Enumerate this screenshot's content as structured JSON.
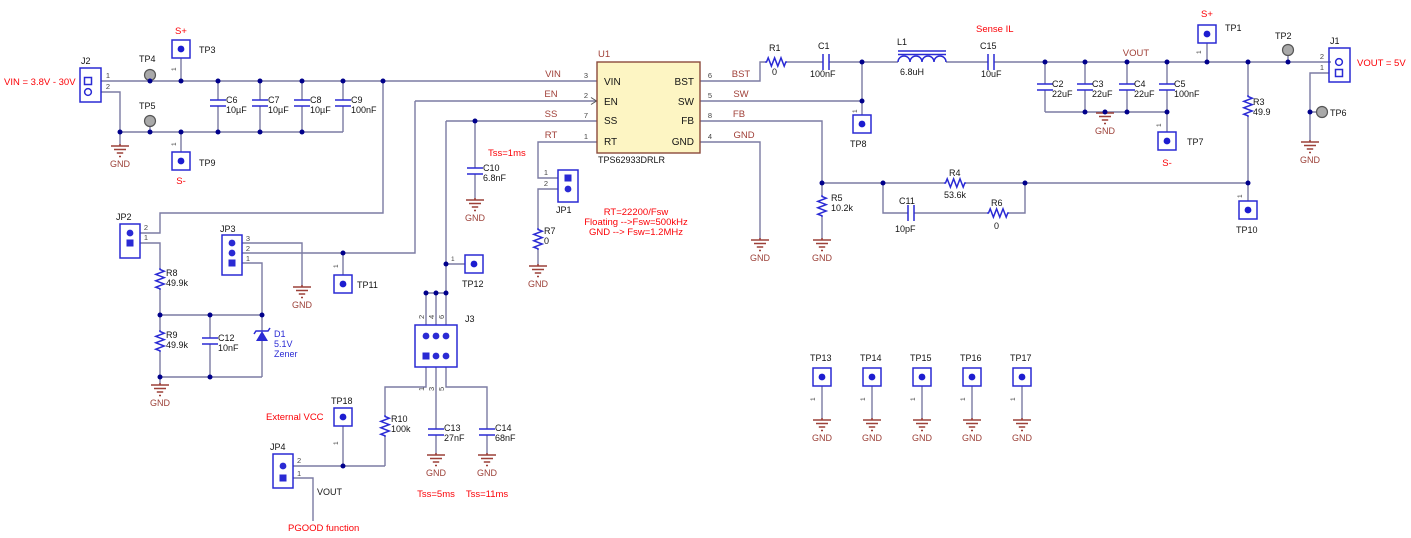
{
  "sch": {
    "ic": {
      "ref": "U1",
      "part": "TPS62933DRLR",
      "left_pins": [
        {
          "name": "VIN",
          "num": "3"
        },
        {
          "name": "EN",
          "num": "2"
        },
        {
          "name": "SS",
          "num": "7"
        },
        {
          "name": "RT",
          "num": "1"
        }
      ],
      "right_pins": [
        {
          "name": "BST",
          "num": "6"
        },
        {
          "name": "SW",
          "num": "5"
        },
        {
          "name": "FB",
          "num": "8"
        },
        {
          "name": "GND",
          "num": "4"
        }
      ]
    },
    "nets": {
      "vin": "VIN",
      "en": "EN",
      "ss": "SS",
      "rt": "RT",
      "bst": "BST",
      "sw": "SW",
      "fb": "FB",
      "gnd": "GND",
      "vout": "VOUT",
      "vout_stub": "VOUT"
    },
    "conn": {
      "J2": {
        "ref": "J2",
        "pins": [
          "1",
          "2"
        ]
      },
      "J1": {
        "ref": "J1",
        "pins": [
          "2",
          "1"
        ]
      },
      "J3": {
        "ref": "J3",
        "top": [
          "2",
          "4",
          "6"
        ],
        "bot": [
          "1",
          "3",
          "5"
        ]
      },
      "JP1": {
        "ref": "JP1",
        "pins": [
          "1",
          "2"
        ]
      },
      "JP2": {
        "ref": "JP2",
        "pins": [
          "2",
          "1"
        ]
      },
      "JP3": {
        "ref": "JP3",
        "pins": [
          "3",
          "2",
          "1"
        ]
      },
      "JP4": {
        "ref": "JP4",
        "pins": [
          "2",
          "1"
        ]
      }
    },
    "caps": {
      "C1": {
        "ref": "C1",
        "val": "100nF"
      },
      "C2": {
        "ref": "C2",
        "val": "22uF"
      },
      "C3": {
        "ref": "C3",
        "val": "22uF"
      },
      "C4": {
        "ref": "C4",
        "val": "22uF"
      },
      "C5": {
        "ref": "C5",
        "val": "100nF"
      },
      "C6": {
        "ref": "C6",
        "val": "10µF"
      },
      "C7": {
        "ref": "C7",
        "val": "10µF"
      },
      "C8": {
        "ref": "C8",
        "val": "10µF"
      },
      "C9": {
        "ref": "C9",
        "val": "100nF"
      },
      "C10": {
        "ref": "C10",
        "val": "6.8nF"
      },
      "C11": {
        "ref": "C11",
        "val": "10pF"
      },
      "C12": {
        "ref": "C12",
        "val": "10nF"
      },
      "C13": {
        "ref": "C13",
        "val": "27nF"
      },
      "C14": {
        "ref": "C14",
        "val": "68nF"
      },
      "C15": {
        "ref": "C15",
        "val": "10uF"
      }
    },
    "res": {
      "R1": {
        "ref": "R1",
        "val": "0"
      },
      "R3": {
        "ref": "R3",
        "val": "49.9"
      },
      "R4": {
        "ref": "R4",
        "val": "53.6k"
      },
      "R5": {
        "ref": "R5",
        "val": "10.2k"
      },
      "R6": {
        "ref": "R6",
        "val": "0"
      },
      "R7": {
        "ref": "R7",
        "val": "0"
      },
      "R8": {
        "ref": "R8",
        "val": "49.9k"
      },
      "R9": {
        "ref": "R9",
        "val": "49.9k"
      },
      "R10": {
        "ref": "R10",
        "val": "100k"
      }
    },
    "ind": {
      "ref": "L1",
      "val": "6.8uH"
    },
    "diode": {
      "ref": "D1",
      "val": "5.1V",
      "kind": "Zener"
    },
    "tps": {
      "TP1": "TP1",
      "TP2": "TP2",
      "TP3": "TP3",
      "TP4": "TP4",
      "TP5": "TP5",
      "TP6": "TP6",
      "TP7": "TP7",
      "TP8": "TP8",
      "TP9": "TP9",
      "TP10": "TP10",
      "TP11": "TP11",
      "TP12": "TP12",
      "TP13": "TP13",
      "TP14": "TP14",
      "TP15": "TP15",
      "TP16": "TP16",
      "TP17": "TP17",
      "TP18": "TP18"
    },
    "ann": {
      "vin_range": "VIN = 3.8V - 30V",
      "vout_5v": "VOUT = 5V",
      "s_plus_in": "S+",
      "s_minus_in": "S-",
      "s_plus_out": "S+",
      "s_minus_out": "S-",
      "tss_1ms": "Tss=1ms",
      "tss_5ms": "Tss=5ms",
      "tss_11ms": "Tss=11ms",
      "rt_1": "RT=22200/Fsw",
      "rt_2": "Floating -->Fsw=500kHz",
      "rt_3": "GND --> Fsw=1.2MHz",
      "sense_il": "Sense IL",
      "external_vcc": "External VCC",
      "pgood": "PGOOD function"
    },
    "misc": {
      "gnd": "GND",
      "p1": "1"
    },
    "colors": {
      "wire": "#7b7ba3",
      "symbol": "#2a2ad4",
      "junction": "#00008b",
      "ground": "#9c4038",
      "net_label": "#a04038",
      "annotation": "#fb0207",
      "ic_fill": "#fdf5c3",
      "ic_border": "#8b4a3c"
    }
  }
}
